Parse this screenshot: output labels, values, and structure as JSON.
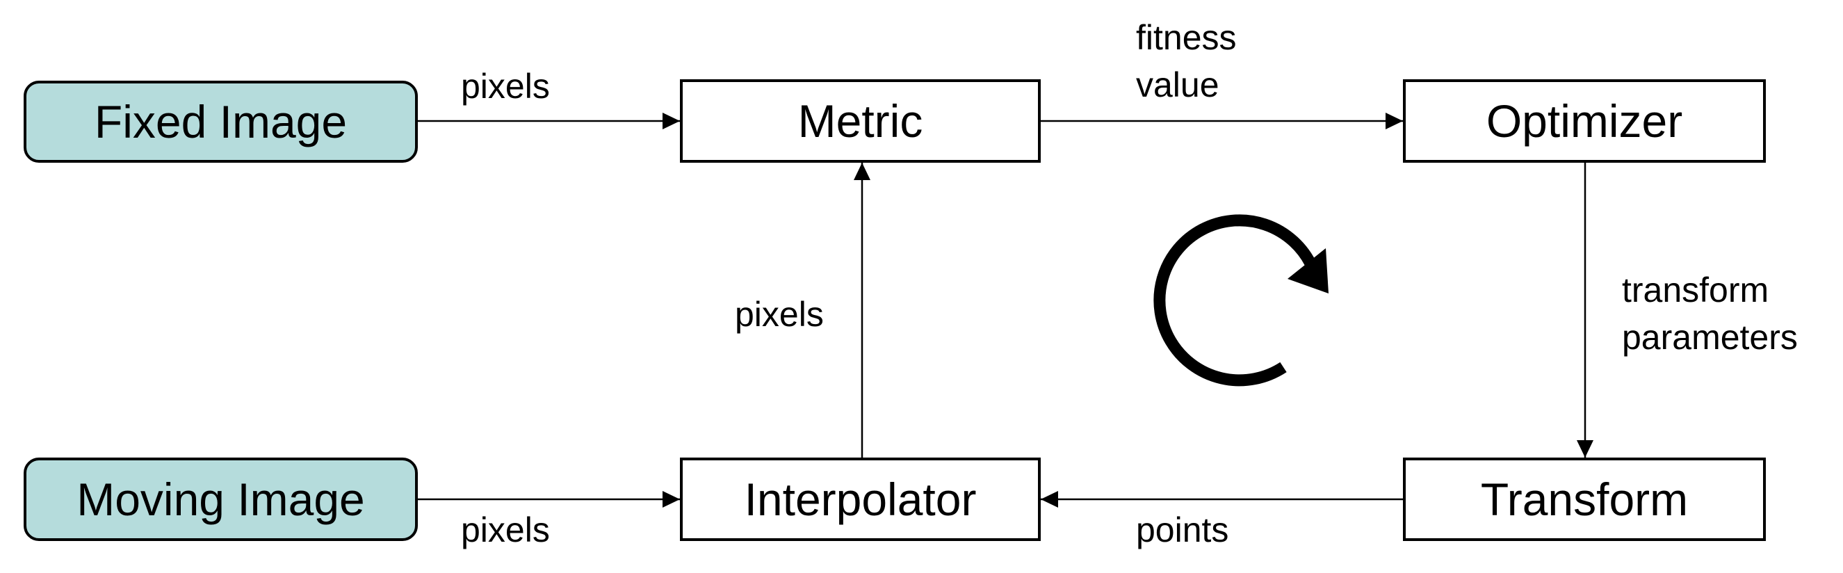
{
  "colors": {
    "input_fill": "#b5dcdc",
    "stroke": "#000000",
    "background": "#ffffff"
  },
  "nodes": {
    "fixed_image": "Fixed Image",
    "moving_image": "Moving Image",
    "metric": "Metric",
    "optimizer": "Optimizer",
    "interpolator": "Interpolator",
    "transform": "Transform"
  },
  "edges": {
    "fixed_to_metric": "pixels",
    "moving_to_interpolator": "pixels",
    "interpolator_to_metric": "pixels",
    "metric_to_optimizer": [
      "fitness",
      "value"
    ],
    "optimizer_to_transform": [
      "transform",
      "parameters"
    ],
    "transform_to_interpolator": "points"
  },
  "icons": {
    "loop": "circular-arrow-icon"
  }
}
